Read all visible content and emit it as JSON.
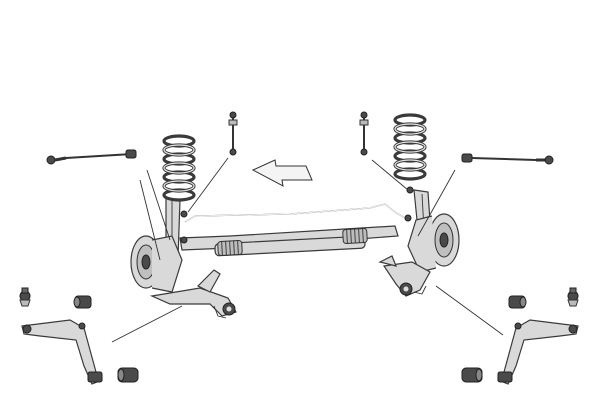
{
  "figure": {
    "kind": "front-suspension-kit-exploded-view",
    "background": "#ffffff",
    "line_color": "#2b2b2b",
    "metal_color": "#d9d9d9",
    "dark_color": "#4a4a4a"
  },
  "parts": [
    {
      "name": "front-axle-subframe-assembly",
      "icon": "subframe-icon"
    },
    {
      "name": "left-coil-spring",
      "icon": "coil-spring-icon"
    },
    {
      "name": "right-coil-spring",
      "icon": "coil-spring-icon"
    },
    {
      "name": "left-stabilizer-link",
      "icon": "stabilizer-link-icon"
    },
    {
      "name": "right-stabilizer-link",
      "icon": "stabilizer-link-icon"
    },
    {
      "name": "left-tie-rod",
      "icon": "tie-rod-icon"
    },
    {
      "name": "right-tie-rod",
      "icon": "tie-rod-icon"
    },
    {
      "name": "left-ball-joint",
      "icon": "ball-joint-icon"
    },
    {
      "name": "right-ball-joint",
      "icon": "ball-joint-icon"
    },
    {
      "name": "left-bushing",
      "icon": "bushing-icon"
    },
    {
      "name": "right-bushing",
      "icon": "bushing-icon"
    },
    {
      "name": "left-control-arm",
      "icon": "control-arm-icon"
    },
    {
      "name": "right-control-arm",
      "icon": "control-arm-icon"
    },
    {
      "name": "left-rear-bushing",
      "icon": "bushing-icon"
    },
    {
      "name": "right-rear-bushing",
      "icon": "bushing-icon"
    },
    {
      "name": "direction-arrow",
      "icon": "direction-arrow-icon"
    }
  ]
}
